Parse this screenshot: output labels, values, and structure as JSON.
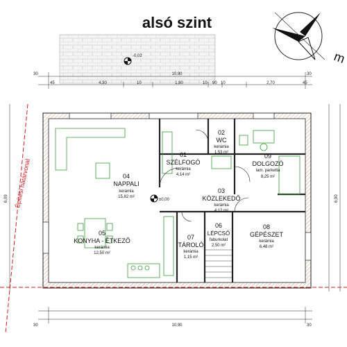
{
  "title": "alsó szint",
  "compass_label": "m",
  "building_line": "Építési határvonal",
  "levels": {
    "terrace": "-0,02",
    "interior": "±0,00"
  },
  "dims": {
    "top_total": "10,90",
    "top_left": "30",
    "top_right": "30",
    "top_seg": [
      "45",
      "4,30",
      "10",
      "1,80",
      "10",
      "90",
      "10",
      "2,70",
      "45"
    ],
    "bottom_total": "10,90",
    "bottom_left": "30",
    "bottom_right": "30",
    "left_height": "6,09",
    "right_height": "6,90"
  },
  "rooms": [
    {
      "number": "04",
      "name": "NAPPALI",
      "material": "kerámia",
      "area": "15,82 m²"
    },
    {
      "number": "01",
      "name": "SZÉLFOGÓ",
      "material": "kerámia",
      "area": "4,14 m²"
    },
    {
      "number": "02",
      "name": "WC",
      "material": "kerámia",
      "area": "1,53 m²"
    },
    {
      "number": "09",
      "name": "DOLGOZÓ",
      "material": "lam. parketta",
      "area": "8,25 m²"
    },
    {
      "number": "03",
      "name": "KÖZLEKEDŐ",
      "material": "kerámia",
      "area": "4,12 m²"
    },
    {
      "number": "05",
      "name": "KONYHA - ÉTKEZŐ",
      "material": "kerámia",
      "area": "12,50 m²"
    },
    {
      "number": "07",
      "name": "TÁROLÓ",
      "material": "kerámia",
      "area": "1,15 m²"
    },
    {
      "number": "06",
      "name": "LÉPCSŐ",
      "material": "faburkolat",
      "area": "2,50 m²"
    },
    {
      "number": "08",
      "name": "GÉPÉSZET",
      "material": "kerámia",
      "area": "6,48 m²"
    }
  ]
}
